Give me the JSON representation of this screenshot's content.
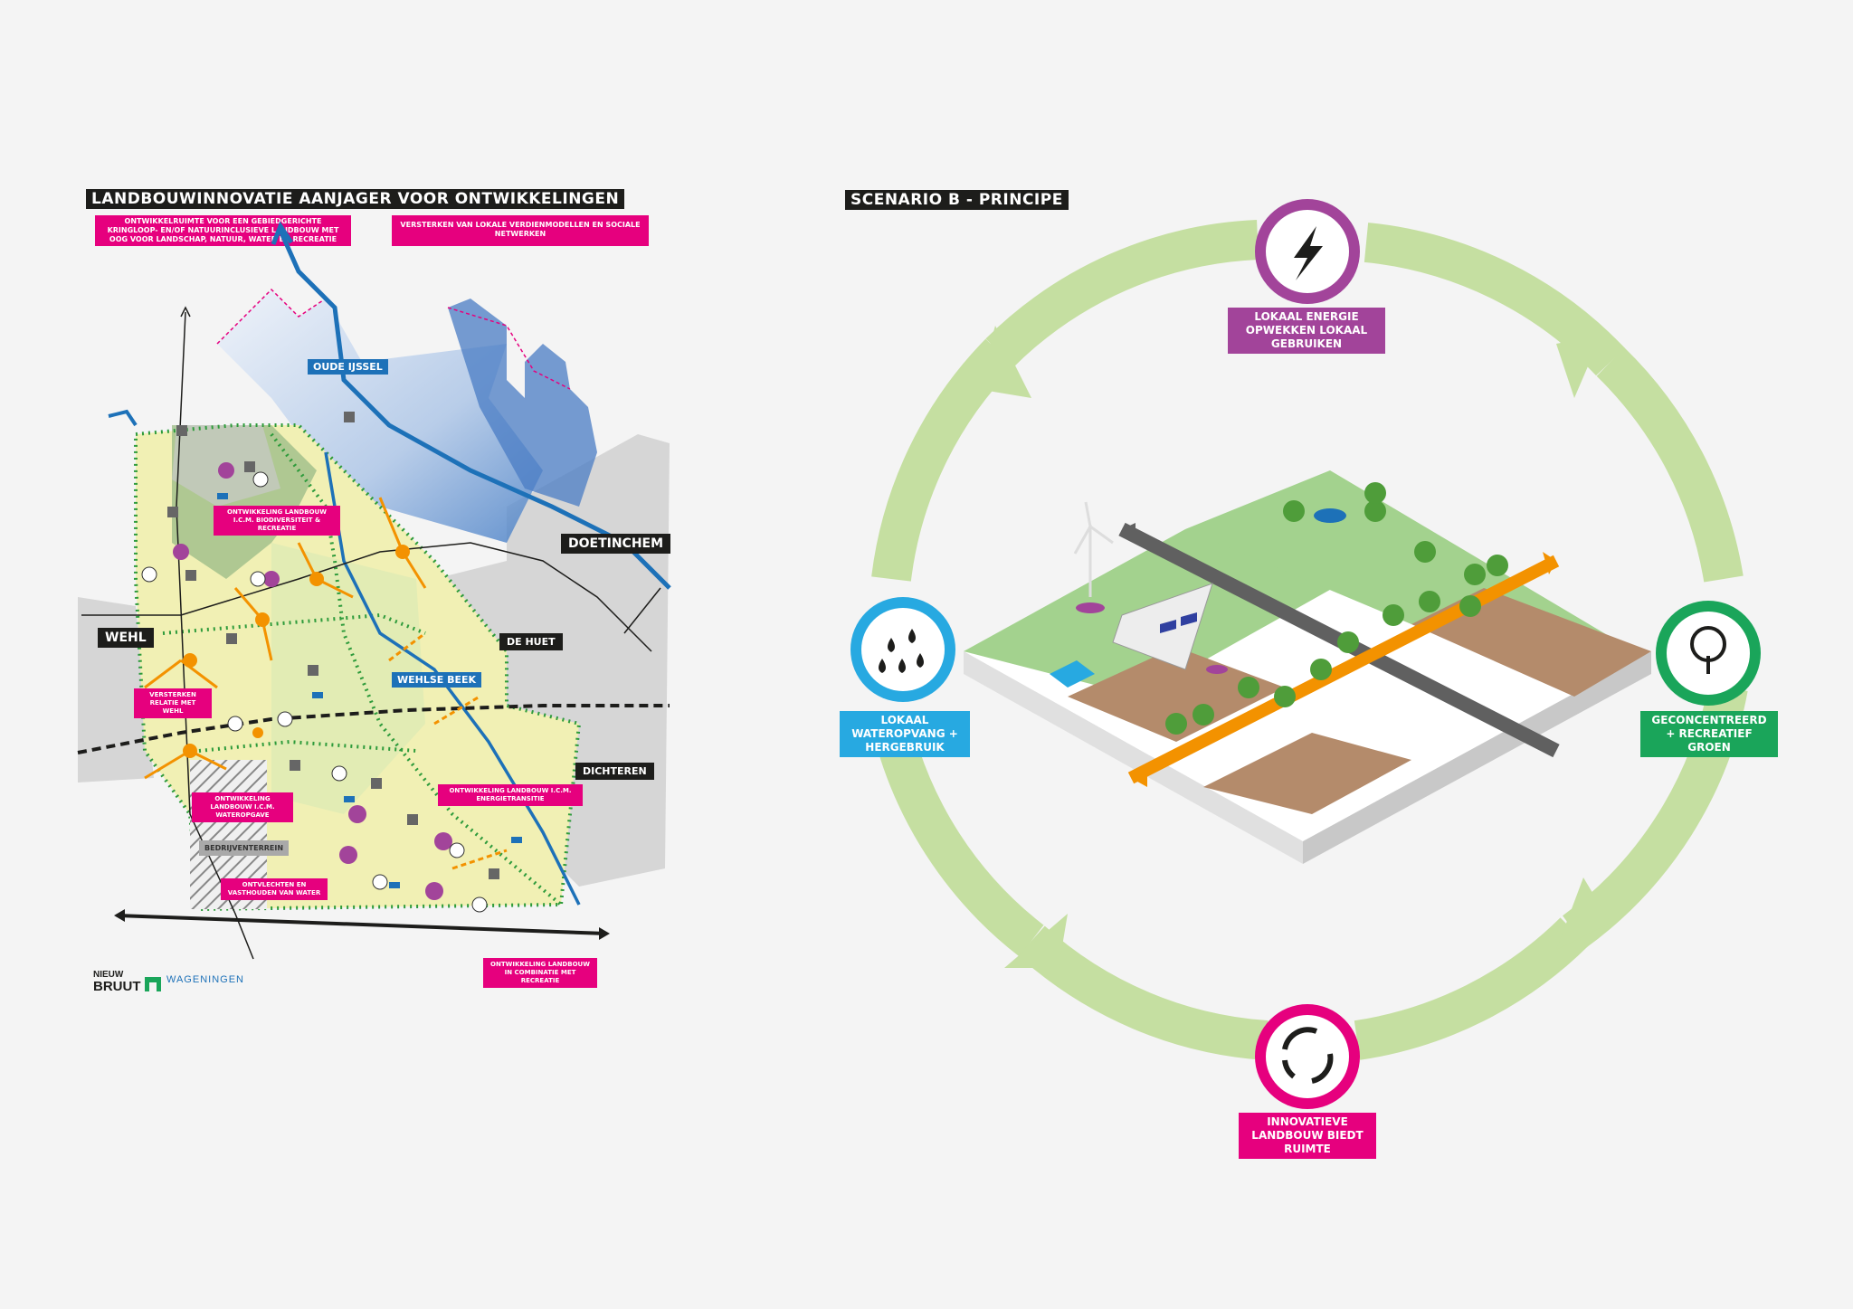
{
  "left_panel": {
    "title": "LANDBOUWINNOVATIE AANJAGER VOOR ONTWIKKELINGEN",
    "top_notes": [
      "ONTWIKKELRUIMTE VOOR EEN GEBIEDGERICHTE KRINGLOOP- EN/OF NATUURINCLUSIEVE LANDBOUW MET OOG VOOR LANDSCHAP, NATUUR, WATER EN RECREATIE",
      "VERSTERKEN VAN LOKALE VERDIENMODELLEN EN SOCIALE NETWERKEN"
    ],
    "place_labels": {
      "oude_ijssel": "OUDE IJSSEL",
      "doetinchem": "DOETINCHEM",
      "wehl": "WEHL",
      "de_huet": "DE HUET",
      "wehlse_beek": "WEHLSE BEEK",
      "dichteren": "DICHTEREN",
      "bedrijventerrein": "BEDRIJVENTERREIN"
    },
    "callouts": {
      "biodiversiteit": "ONTWIKKELING LANDBOUW I.C.M. BIODIVERSITEIT & RECREATIE",
      "relatie_wehl": "VERSTERKEN RELATIE MET WEHL",
      "wateropgave": "ONTWIKKELING LANDBOUW I.C.M. WATEROPGAVE",
      "energietransitie": "ONTWIKKELING LANDBOUW I.C.M. ENERGIETRANSITIE",
      "water": "ONTVLECHTEN EN VASTHOUDEN VAN WATER",
      "recreatie": "ONTWIKKELING LANDBOUW IN COMBINATIE MET RECREATIE"
    },
    "logos": {
      "nieuw": "NIEUW",
      "bruut": "BRUUT",
      "wageningen": "WAGENINGEN"
    }
  },
  "right_panel": {
    "title": "SCENARIO B - PRINCIPE",
    "cycle_nodes": {
      "energie": {
        "label": "LOKAAL ENERGIE OPWEKKEN LOKAAL GEBRUIKEN",
        "icon": "lightning-icon",
        "color": "#a2449a"
      },
      "groen": {
        "label": "GECONCENTREERD + RECREATIEF GROEN",
        "icon": "tree-icon",
        "color": "#1aa55a"
      },
      "landbouw": {
        "label": "INNOVATIEVE LANDBOUW BIEDT RUIMTE",
        "icon": "recycle-icon",
        "color": "#e6007e"
      },
      "water": {
        "label": "LOKAAL WATEROPVANG + HERGEBRUIK",
        "icon": "water-drops-icon",
        "color": "#27a9e1"
      }
    },
    "ring_color": "#c5dfa1"
  }
}
